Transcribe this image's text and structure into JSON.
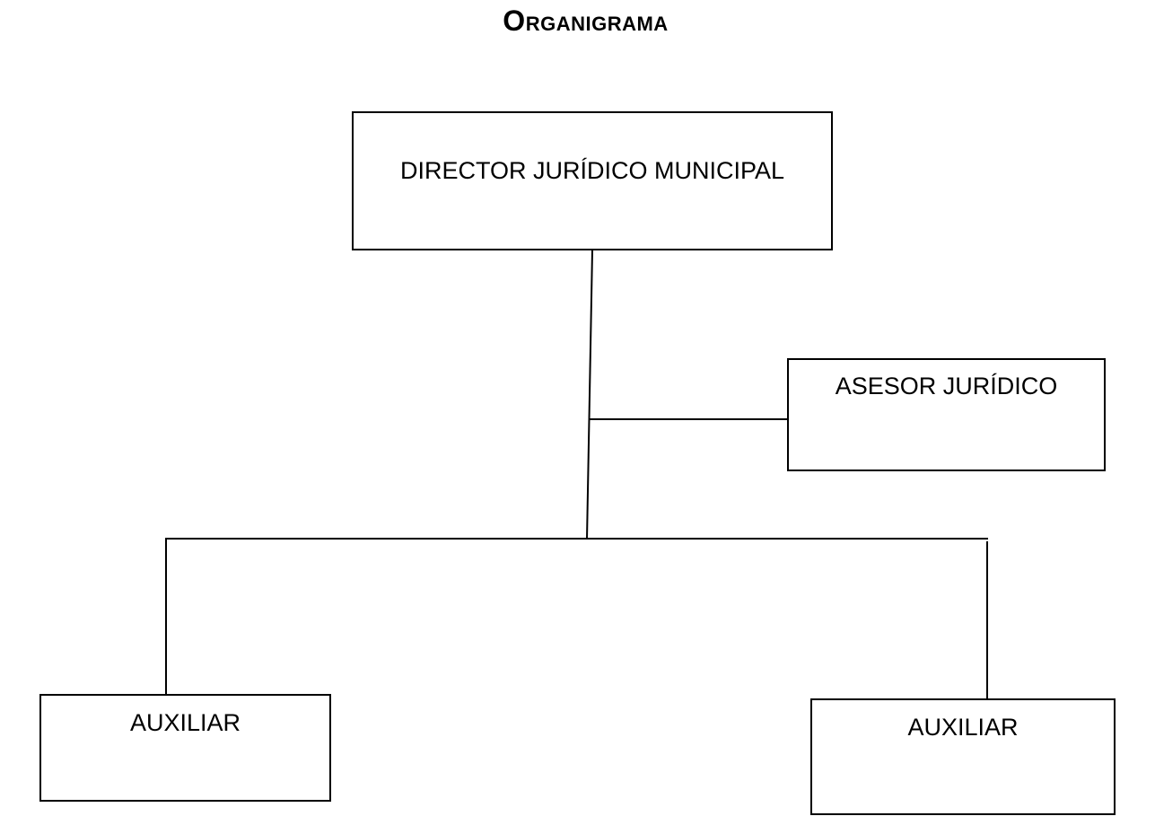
{
  "title": "Organigrama",
  "nodes": {
    "director": {
      "label": "DIRECTOR JURÍDICO MUNICIPAL"
    },
    "asesor": {
      "label": "ASESOR JURÍDICO"
    },
    "auxiliar_left": {
      "label": "AUXILIAR"
    },
    "auxiliar_right": {
      "label": "AUXILIAR"
    }
  },
  "edges": [
    {
      "from": "director",
      "to": "asesor"
    },
    {
      "from": "director",
      "to": "auxiliar_left"
    },
    {
      "from": "director",
      "to": "auxiliar_right"
    }
  ],
  "colors": {
    "line": "#000000",
    "background": "#ffffff"
  }
}
